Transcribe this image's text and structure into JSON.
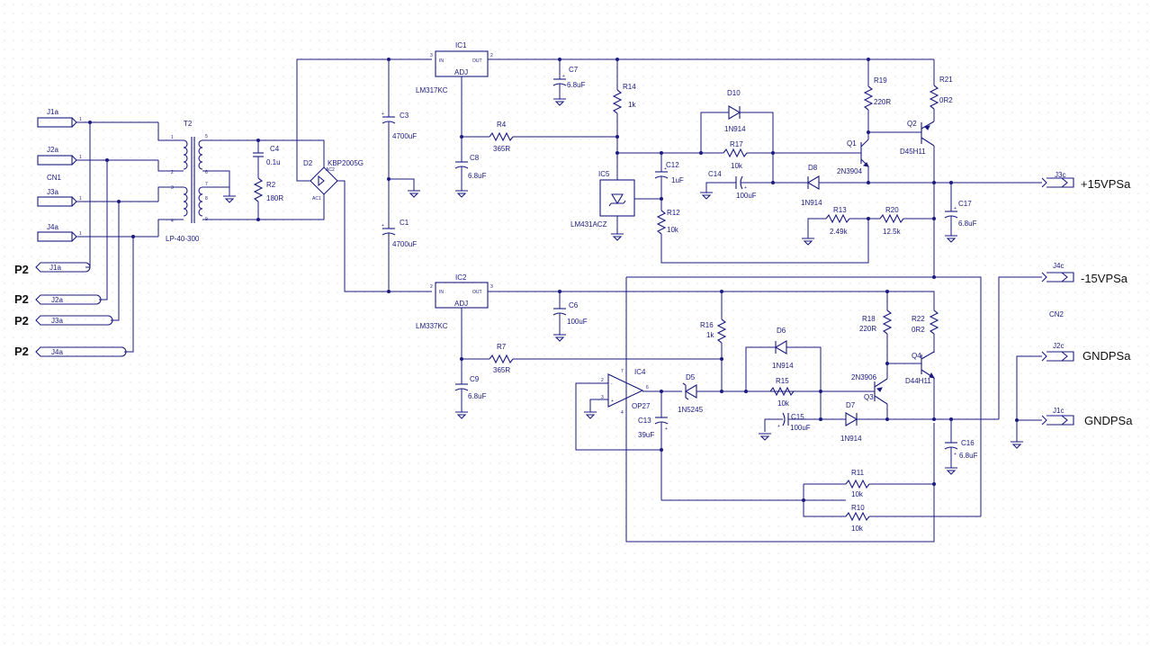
{
  "transformer": {
    "ref": "T2",
    "part": "LP-40-300",
    "pins": [
      "1",
      "2",
      "3",
      "4",
      "5",
      "6",
      "7",
      "8",
      "9"
    ]
  },
  "bridge": {
    "ref": "D2",
    "part": "KBP2005G",
    "pins": [
      "+",
      "AC1",
      "-",
      "AC2"
    ]
  },
  "connectors": {
    "cn1": "CN1",
    "cn2": "CN2",
    "j1a": "J1a",
    "j2a": "J2a",
    "j3a": "J3a",
    "j4a": "J4a",
    "j3c": "J3c",
    "j4c": "J4c",
    "j2c": "J2c",
    "j1c": "J1c",
    "p2": "P2",
    "pos_out": "+15VPSa",
    "neg_out": "-15VPSa",
    "gnd1": "GNDPSa",
    "gnd2": "GNDPSa"
  },
  "ic1": {
    "ref": "IC1",
    "part": "LM317KC",
    "in": "IN",
    "out": "OUT",
    "adj": "ADJ",
    "pin_in": "3",
    "pin_out": "2"
  },
  "ic2": {
    "ref": "IC2",
    "part": "LM337KC",
    "in": "IN",
    "out": "OUT",
    "adj": "ADJ",
    "pin_in": "2",
    "pin_out": "3"
  },
  "ic4": {
    "ref": "IC4",
    "part": "OP27",
    "pins": [
      "7",
      "6",
      "4",
      "2",
      "3"
    ]
  },
  "ic5": {
    "ref": "IC5",
    "part": "LM431ACZ"
  },
  "transistors": {
    "q1": {
      "ref": "Q1",
      "part": "2N3904"
    },
    "q2": {
      "ref": "Q2",
      "part": "D45H11"
    },
    "q3": {
      "ref": "Q3",
      "part": "2N3906"
    },
    "q4": {
      "ref": "Q4",
      "part": "D44H11"
    }
  },
  "diodes": {
    "d5": {
      "ref": "D5",
      "part": "1N5245"
    },
    "d6": {
      "ref": "D6",
      "part": "1N914"
    },
    "d7": {
      "ref": "D7",
      "part": "1N914"
    },
    "d8": {
      "ref": "D8",
      "part": "1N914"
    },
    "d10": {
      "ref": "D10",
      "part": "1N914"
    }
  },
  "capacitors": {
    "c1": {
      "ref": "C1",
      "value": "4700uF"
    },
    "c3": {
      "ref": "C3",
      "value": "4700uF"
    },
    "c4": {
      "ref": "C4",
      "value": "0.1u"
    },
    "c6": {
      "ref": "C6",
      "value": "100uF"
    },
    "c7": {
      "ref": "C7",
      "value": "6.8uF"
    },
    "c8": {
      "ref": "C8",
      "value": "6.8uF"
    },
    "c9": {
      "ref": "C9",
      "value": "6.8uF"
    },
    "c12": {
      "ref": "C12",
      "value": "1uF"
    },
    "c13": {
      "ref": "C13",
      "value": "39uF"
    },
    "c14": {
      "ref": "C14",
      "value": "100uF"
    },
    "c15": {
      "ref": "C15",
      "value": "100uF"
    },
    "c16": {
      "ref": "C16",
      "value": "6.8uF"
    },
    "c17": {
      "ref": "C17",
      "value": "6.8uF"
    }
  },
  "resistors": {
    "r2": {
      "ref": "R2",
      "value": "180R"
    },
    "r4": {
      "ref": "R4",
      "value": "365R"
    },
    "r7": {
      "ref": "R7",
      "value": "365R"
    },
    "r10": {
      "ref": "R10",
      "value": "10k"
    },
    "r11": {
      "ref": "R11",
      "value": "10k"
    },
    "r12": {
      "ref": "R12",
      "value": "10k"
    },
    "r13": {
      "ref": "R13",
      "value": "2.49k"
    },
    "r14": {
      "ref": "R14",
      "value": "1k"
    },
    "r15": {
      "ref": "R15",
      "value": "10k"
    },
    "r16": {
      "ref": "R16",
      "value": "1k"
    },
    "r17": {
      "ref": "R17",
      "value": "10k"
    },
    "r18": {
      "ref": "R18",
      "value": "220R"
    },
    "r19": {
      "ref": "R19",
      "value": "220R"
    },
    "r20": {
      "ref": "R20",
      "value": "12.5k"
    },
    "r21": {
      "ref": "R21",
      "value": "0R2"
    },
    "r22": {
      "ref": "R22",
      "value": "0R2"
    }
  },
  "plus_sign": "+"
}
